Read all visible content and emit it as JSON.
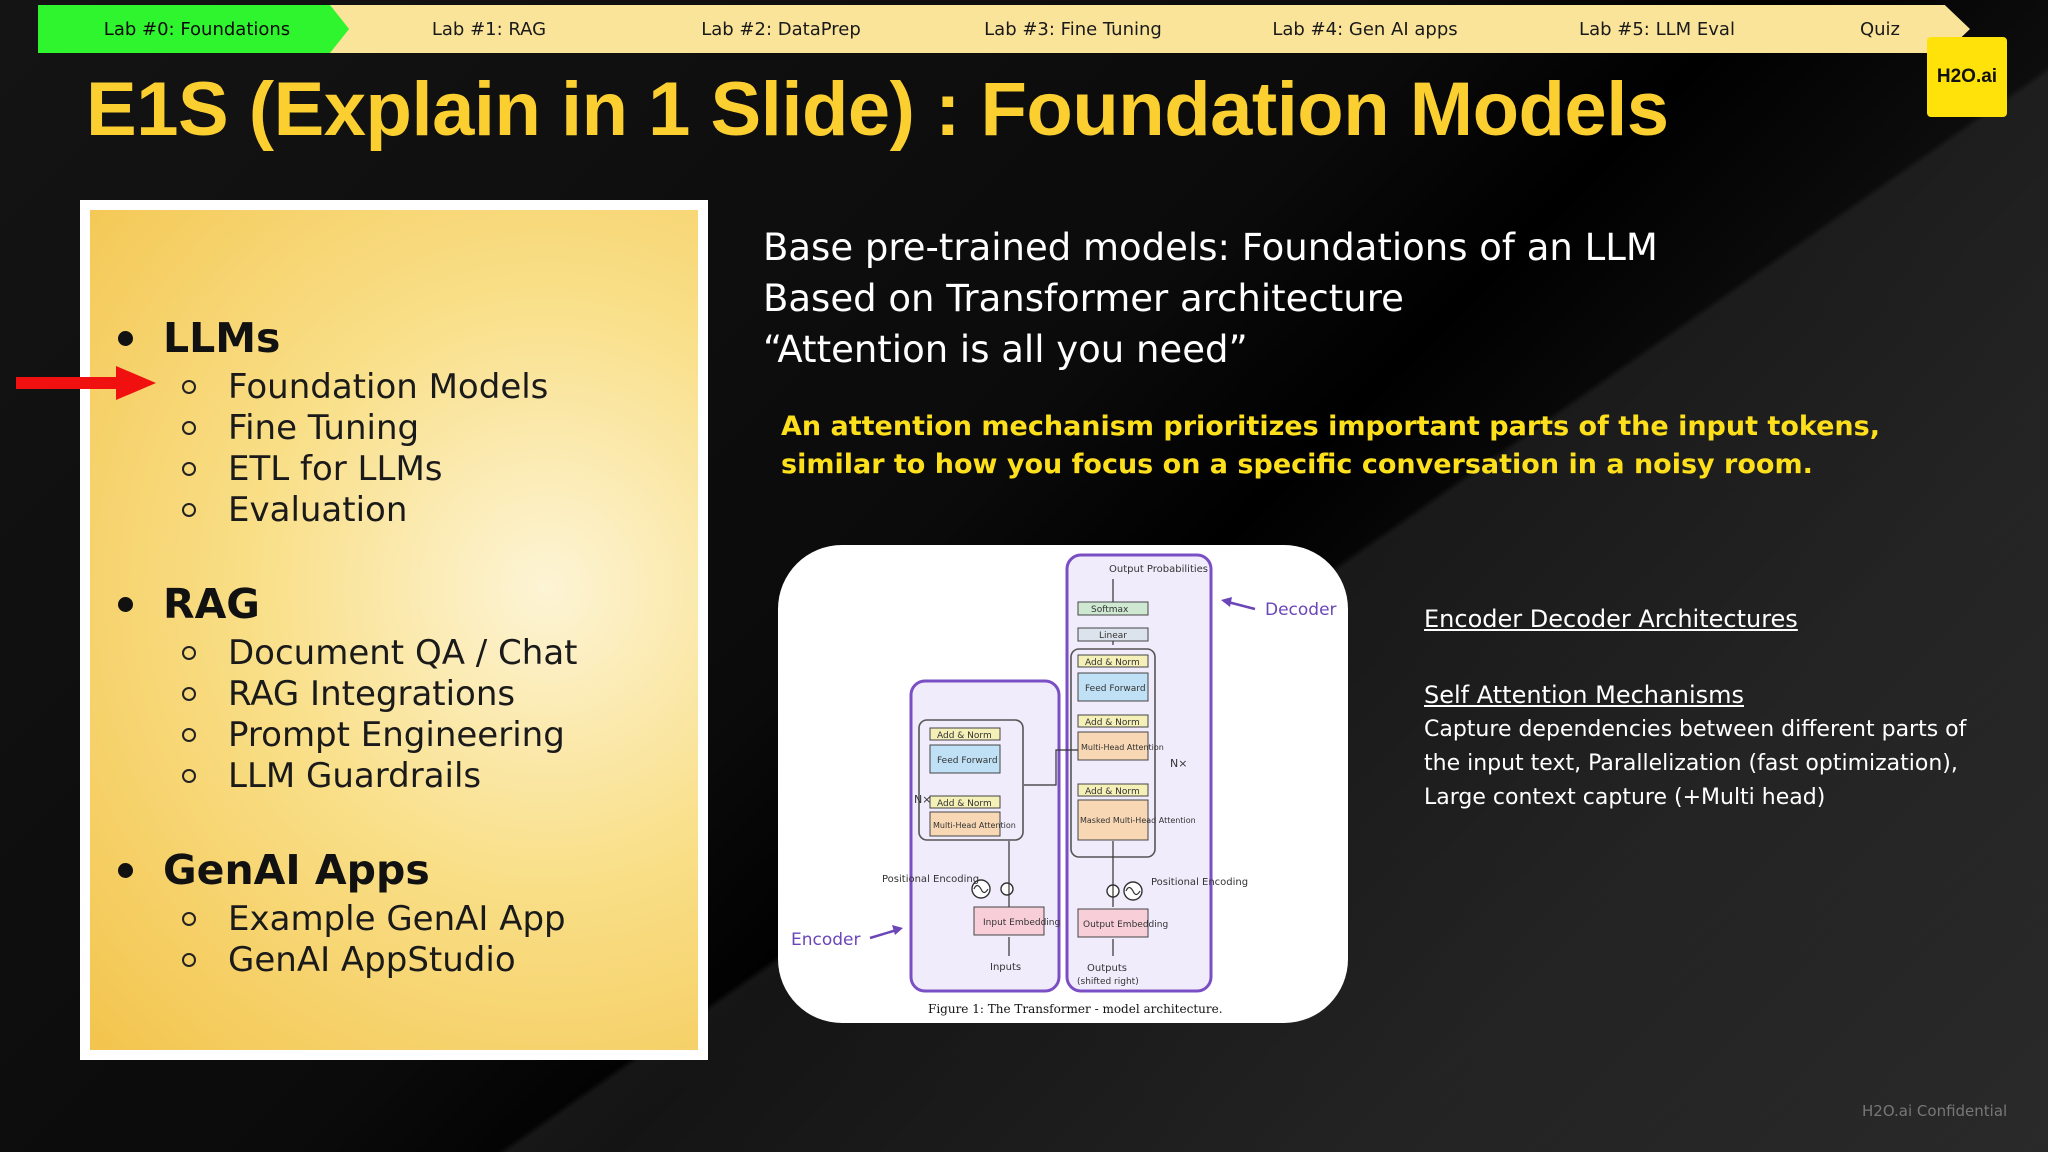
{
  "nav": {
    "items": [
      {
        "label": "Lab #0: Foundations"
      },
      {
        "label": "Lab #1: RAG"
      },
      {
        "label": "Lab #2: DataPrep"
      },
      {
        "label": "Lab #3: Fine Tuning"
      },
      {
        "label": "Lab #4: Gen AI apps"
      },
      {
        "label": "Lab #5: LLM Eval"
      },
      {
        "label": "Quiz"
      }
    ],
    "active_color": "#2ef52e",
    "inactive_color": "#f9e49a"
  },
  "logo": {
    "text": "H2O.ai",
    "color": "#fee20a"
  },
  "title": "E1S (Explain in 1 Slide) : Foundation Models",
  "outline": {
    "sections": [
      {
        "title": "LLMs",
        "items": [
          "Foundation Models",
          "Fine Tuning",
          "ETL for LLMs",
          "Evaluation"
        ]
      },
      {
        "title": "RAG",
        "items": [
          "Document QA / Chat",
          "RAG Integrations",
          "Prompt Engineering",
          "LLM Guardrails"
        ]
      },
      {
        "title": "GenAI Apps",
        "items": [
          "Example GenAI App",
          "GenAI AppStudio"
        ]
      }
    ],
    "current_indicator": "red-arrow-icon"
  },
  "intro": {
    "line1": "Base pre-trained models: Foundations of an LLM",
    "line2": "Based on Transformer architecture",
    "line3": "“Attention is all you need”"
  },
  "highlight": "An attention mechanism prioritizes important parts of the input tokens, similar to how you focus on a specific conversation in a noisy room.",
  "diagram": {
    "decoder_label": "Decoder",
    "encoder_label": "Encoder",
    "output_probabilities": "Output Probabilities",
    "softmax": "Softmax",
    "linear": "Linear",
    "add_norm": "Add & Norm",
    "feed_forward": "Feed Forward",
    "multi_head_attention": "Multi-Head Attention",
    "masked_multi_head_attention": "Masked Multi-Head Attention",
    "nx": "N×",
    "positional_encoding": "Positional Encoding",
    "input_embedding": "Input Embedding",
    "output_embedding": "Output Embedding",
    "inputs": "Inputs",
    "outputs": "Outputs",
    "shifted_right": "(shifted right)",
    "caption": "Figure 1: The Transformer - model architecture."
  },
  "links": {
    "encoder_decoder": "Encoder Decoder Architectures",
    "self_attention": "Self Attention Mechanisms",
    "self_attention_desc": "Capture dependencies between different parts of the input text, Parallelization (fast optimization), Large context capture (+Multi head)"
  },
  "footer": {
    "confidential": "H2O.ai Confidential"
  },
  "colors": {
    "title": "#fbcf30",
    "highlight": "#fde01b",
    "accent_purple": "#7b4fc4"
  }
}
